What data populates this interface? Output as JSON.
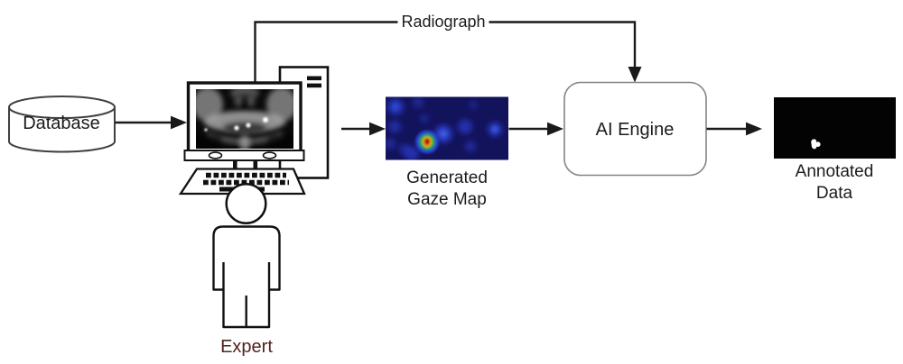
{
  "nodes": {
    "database": {
      "label": "Database"
    },
    "expert": {
      "label": "Expert"
    },
    "gaze_map": {
      "caption_line1": "Generated",
      "caption_line2": "Gaze Map"
    },
    "ai_engine": {
      "label": "AI Engine"
    },
    "annotated_data": {
      "caption_line1": "Annotated",
      "caption_line2": "Data"
    }
  },
  "edges": {
    "radiograph_label": "Radiograph"
  },
  "icons": {
    "database": "database-cylinder-icon",
    "workstation": "monitor-icon, tower-icon, keyboard-icon",
    "screen_content": "panoramic-dental-xray-image",
    "expert": "person-icon",
    "gaze_map": "gaze-heatmap-image",
    "annotated": "annotated-black-xray-image with white annotation mark",
    "connectors": "flow-arrow"
  },
  "colors": {
    "page_bg": "#ffffff",
    "line": "#1a1a1a",
    "cylinder_stroke": "#404040",
    "ai_box_border": "#848484",
    "expert_label": "#4e2220",
    "gaze_map_bg": "#13135c",
    "gaze_blob_blue": "#2a3ed2",
    "gaze_hotspot_red": "#cf1a05",
    "annotated_bg": "#030303",
    "annotation_mark": "#ffffff"
  }
}
